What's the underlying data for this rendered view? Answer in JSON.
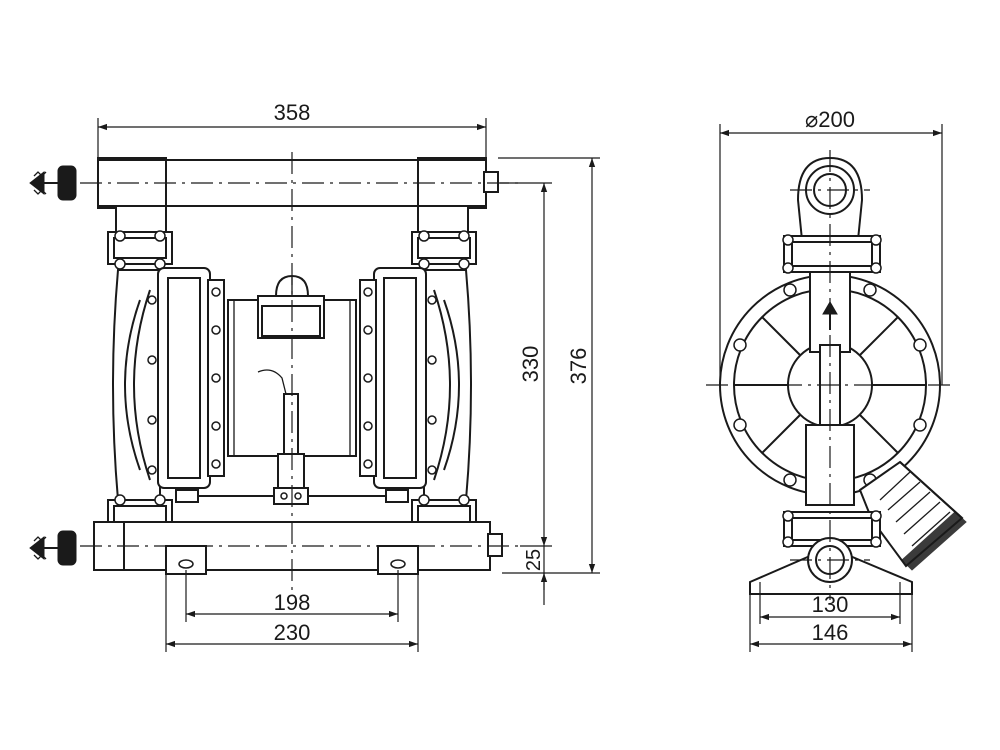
{
  "front_view": {
    "dim_width": "358",
    "dim_height_outer": "376",
    "dim_height_inner": "330",
    "dim_base": "25",
    "dim_hole_spacing": "198",
    "dim_base_width": "230"
  },
  "side_view": {
    "dim_diameter": "⌀200",
    "dim_hole_spacing": "130",
    "dim_base_width": "146"
  },
  "colors": {
    "line": "#1a1a1a",
    "background": "#ffffff"
  }
}
